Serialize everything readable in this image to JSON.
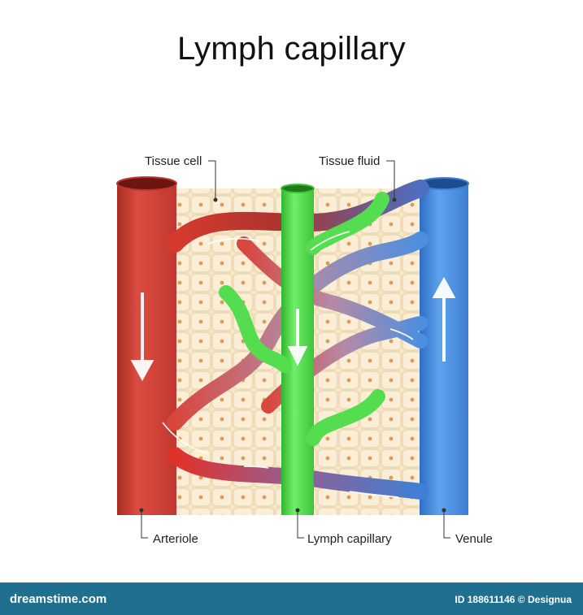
{
  "title": "Lymph capillary",
  "labels": {
    "tissue_cell": "Tissue cell",
    "tissue_fluid": "Tissue fluid",
    "arteriole": "Arteriole",
    "lymph_capillary": "Lymph capillary",
    "venule": "Venule"
  },
  "watermark": {
    "site": "dreamstime.com",
    "credit": "ID 188611146 © Designua"
  },
  "colors": {
    "arteriole": "#d8473e",
    "venule": "#4c8fe0",
    "lymph": "#4ed84a",
    "tissue": "#f7e6c4",
    "footer": "#1f6f8e"
  }
}
